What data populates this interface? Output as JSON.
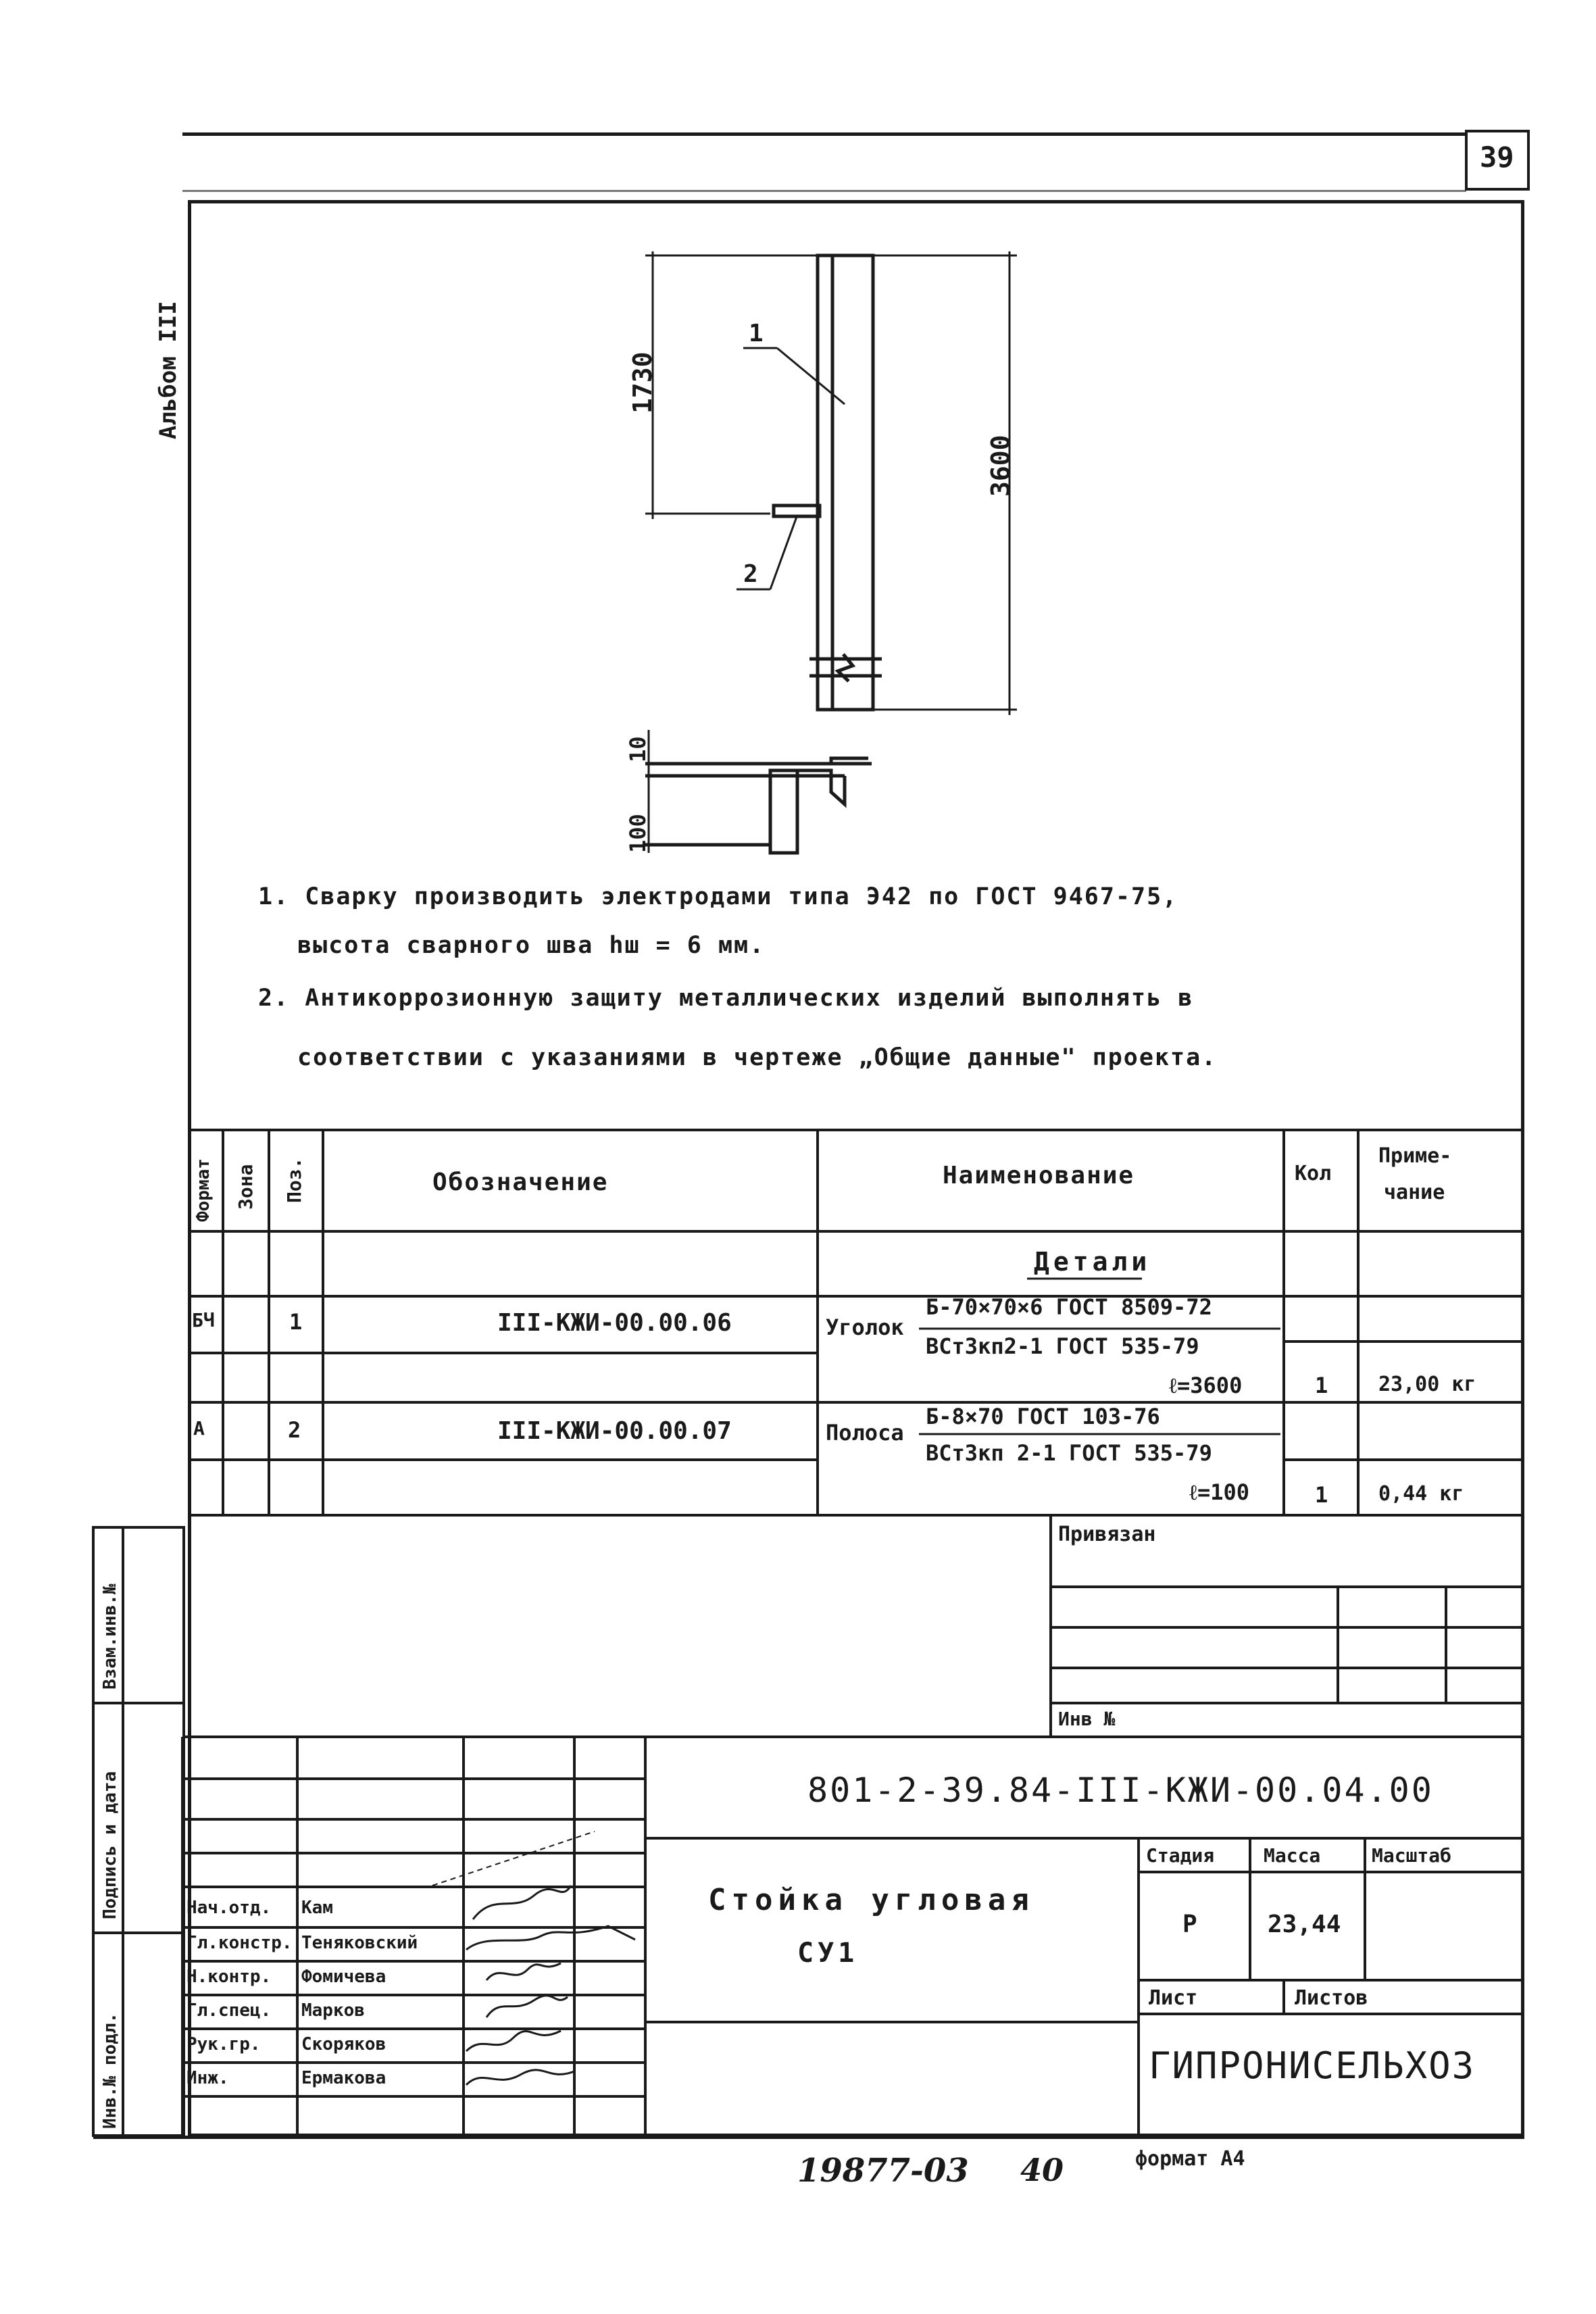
{
  "page": {
    "sheet_number": "39",
    "album_label": "Альбом III",
    "footer_left": "19877-03",
    "footer_mid": "40",
    "footer_format": "формат А4"
  },
  "drawing": {
    "dim_1730": "1730",
    "dim_3600": "3600",
    "dim_10": "10",
    "dim_100": "100",
    "pos_1": "1",
    "pos_2": "2"
  },
  "notes": {
    "n1_line1": "1. Сварку производить электродами типа Э42 по ГОСТ 9467-75,",
    "n1_line2": "высота сварного шва hш = 6 мм.",
    "n2_line1": "2. Антикоррозионную защиту металлических изделий выполнять в",
    "n2_line2": "соответствии с указаниями в чертеже „Общие данные\" проекта."
  },
  "spec": {
    "headers": {
      "format": "Формат",
      "zone": "Зона",
      "pos": "Поз.",
      "designation": "Обозначение",
      "name": "Наименование",
      "qty": "Кол",
      "note_1": "Приме-",
      "note_2": "чание"
    },
    "section": "Детали",
    "rows": [
      {
        "format": "БЧ",
        "pos": "1",
        "designation": "III-КЖИ-00.00.06",
        "name_prefix": "Уголок",
        "name_top": "Б-70×70×6 ГОСТ 8509-72",
        "name_bottom": "ВСт3кп2-1 ГОСТ 535-79",
        "length": "ℓ=3600",
        "qty": "1",
        "note": "23,00 кг"
      },
      {
        "format": "А",
        "pos": "2",
        "designation": "III-КЖИ-00.00.07",
        "name_prefix": "Полоса",
        "name_top": "Б-8×70 ГОСТ 103-76",
        "name_bottom": "ВСт3кп 2-1 ГОСТ 535-79",
        "length": "ℓ=100",
        "qty": "1",
        "note": "0,44 кг"
      }
    ]
  },
  "binding": {
    "label": "Привязан",
    "inv": "Инв №"
  },
  "side_labels": {
    "vzam_inv": "Взам.инв.№",
    "podpis_data": "Подпись и дата",
    "inv_podl": "Инв.№ подл."
  },
  "title_block": {
    "doc_code": "801-2-39.84-III-КЖИ-00.04.00",
    "title_1": "Стойка угловая",
    "title_2": "СУ1",
    "stage_header": "Стадия",
    "mass_header": "Масса",
    "scale_header": "Масштаб",
    "stage": "Р",
    "mass": "23,44",
    "sheet_label": "Лист",
    "sheets_label": "Листов",
    "organization": "ГИПРОНИСЕЛЬХОЗ",
    "people": [
      {
        "role": "Нач.отд.",
        "name": "Кам"
      },
      {
        "role": "Гл.констр.",
        "name": "Теняковский"
      },
      {
        "role": "Н.контр.",
        "name": "Фомичева"
      },
      {
        "role": "Гл.спец.",
        "name": "Марков"
      },
      {
        "role": "Рук.гр.",
        "name": "Скоряков"
      },
      {
        "role": "Инж.",
        "name": "Ермакова"
      }
    ]
  }
}
